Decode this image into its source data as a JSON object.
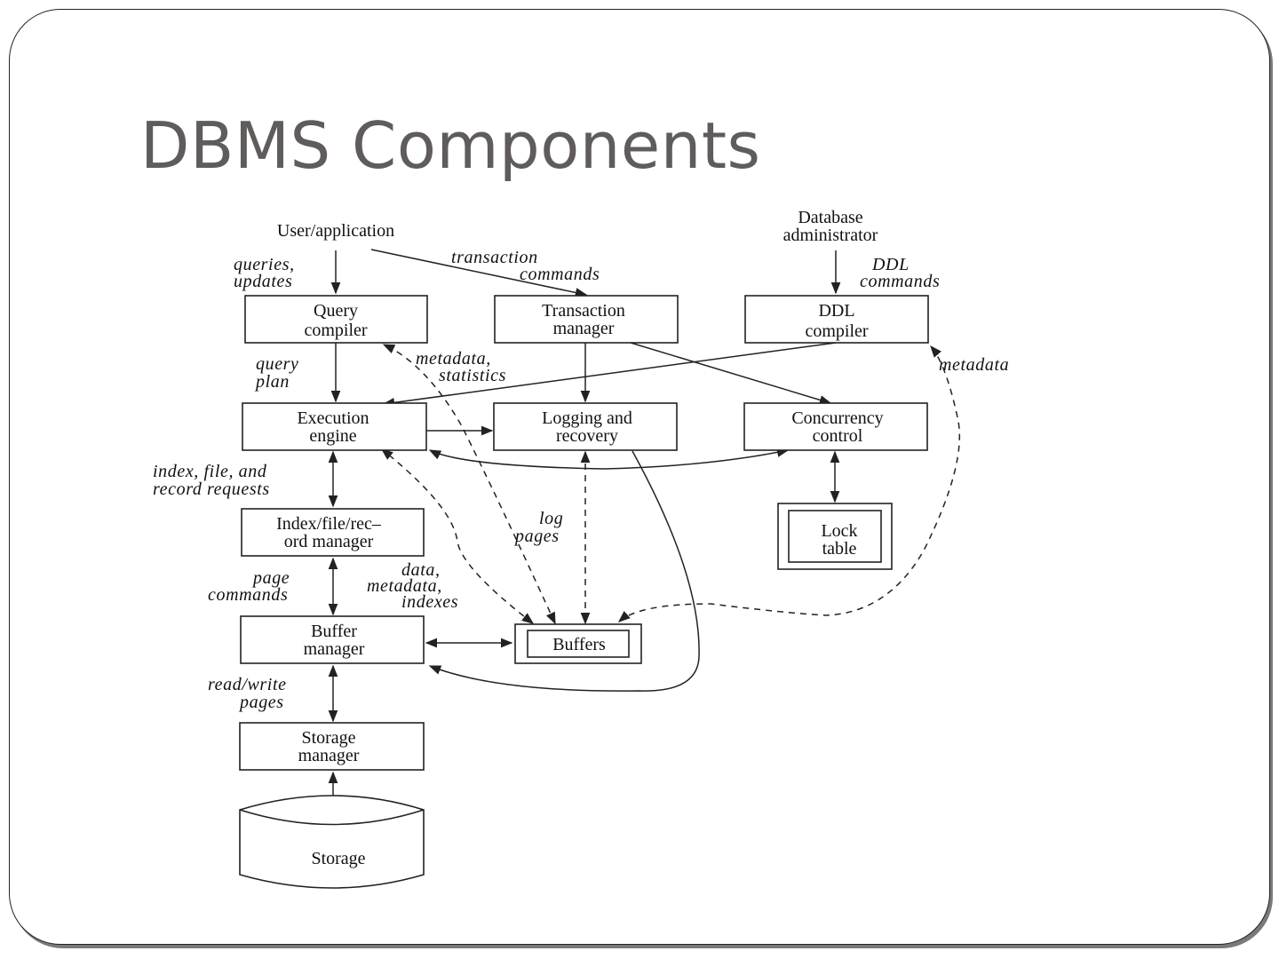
{
  "slide": {
    "title": "DBMS Components"
  },
  "diagram": {
    "actors": {
      "user": "User/application",
      "dba_line1": "Database",
      "dba_line2": "administrator"
    },
    "components": {
      "query_compiler": [
        "Query",
        "compiler"
      ],
      "transaction_manager": [
        "Transaction",
        "manager"
      ],
      "ddl_compiler": [
        "DDL",
        "compiler"
      ],
      "execution_engine": [
        "Execution",
        "engine"
      ],
      "logging_recovery": [
        "Logging and",
        "recovery"
      ],
      "concurrency_control": [
        "Concurrency",
        "control"
      ],
      "index_file_record_manager": [
        "Index/file/rec–",
        "ord manager"
      ],
      "lock_table": [
        "Lock",
        "table"
      ],
      "buffer_manager": [
        "Buffer",
        "manager"
      ],
      "buffers": "Buffers",
      "storage_manager": [
        "Storage",
        "manager"
      ],
      "storage": "Storage"
    },
    "edge_labels": {
      "queries_updates": [
        "queries,",
        "updates"
      ],
      "transaction_commands": [
        "transaction",
        "commands"
      ],
      "ddl_commands": [
        "DDL",
        "commands"
      ],
      "query_plan": [
        "query",
        "plan"
      ],
      "metadata_statistics": [
        "metadata,",
        "statistics"
      ],
      "metadata": "metadata",
      "index_file_record_requests": [
        "index, file, and",
        "record requests"
      ],
      "log_pages": [
        "log",
        "pages"
      ],
      "page_commands": [
        "page",
        "commands"
      ],
      "data_metadata_indexes": [
        "data,",
        "metadata,",
        "indexes"
      ],
      "read_write_pages": [
        "read/write",
        "pages"
      ]
    }
  }
}
